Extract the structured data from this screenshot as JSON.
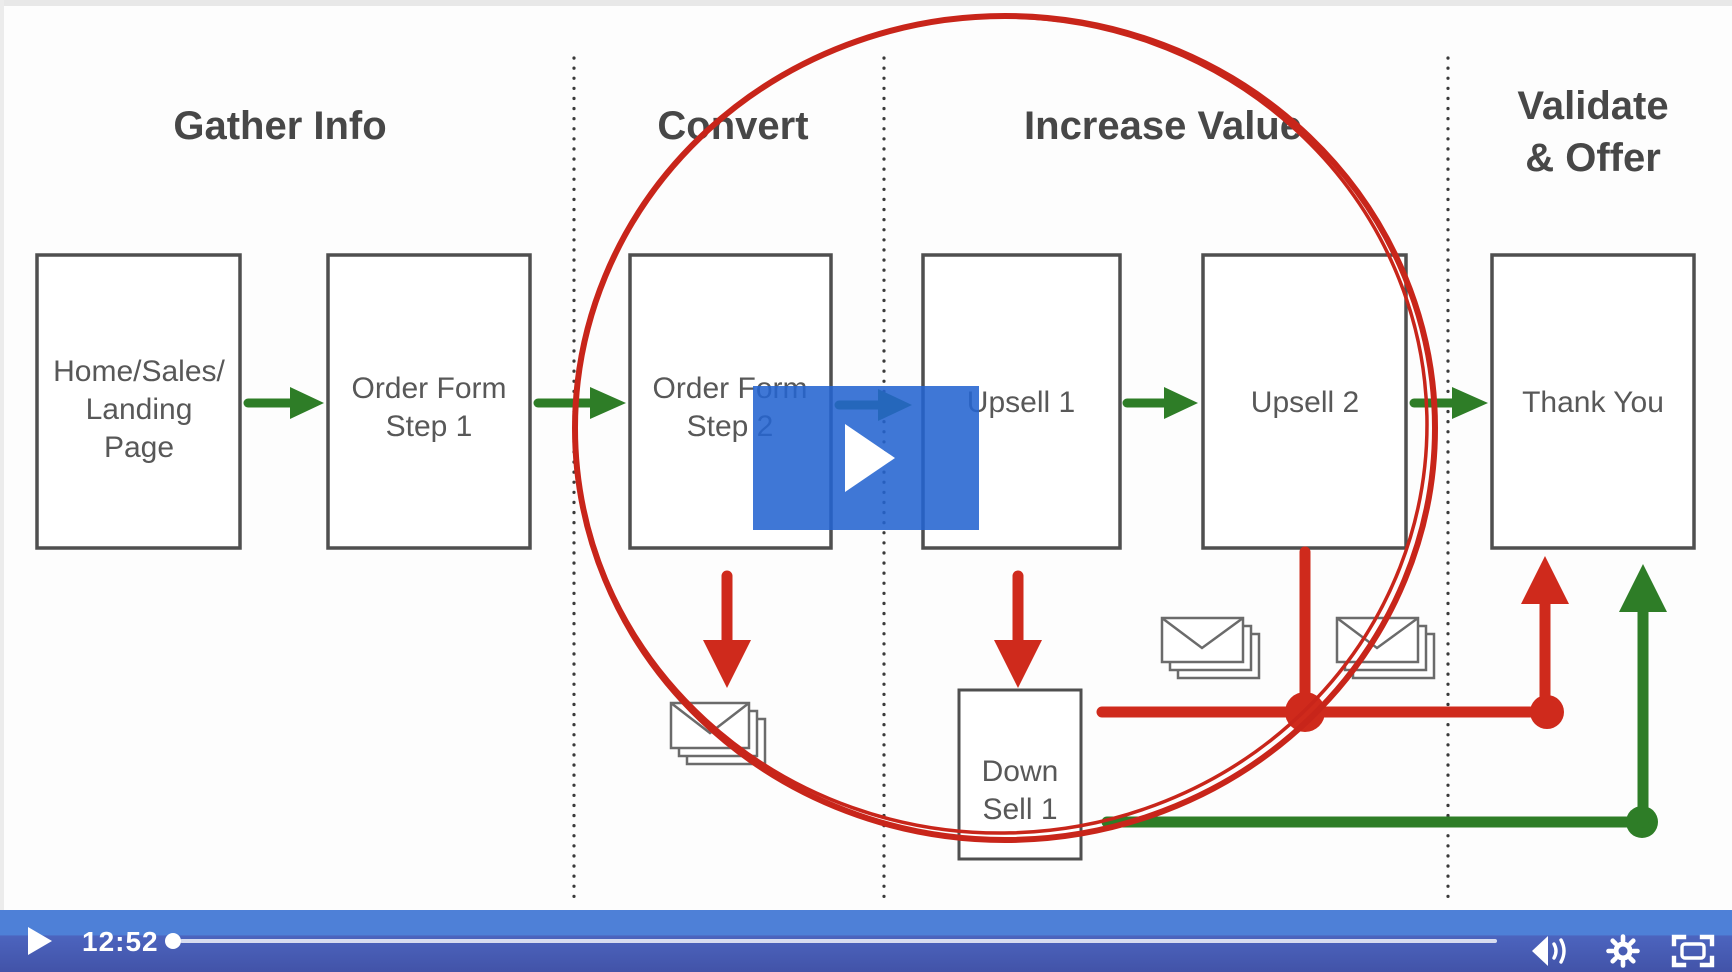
{
  "player": {
    "duration_label": "12:52",
    "controls": {
      "play_icon": "play-icon",
      "volume_icon": "volume-icon",
      "settings_icon": "gear-icon",
      "fullscreen_icon": "fullscreen-icon"
    },
    "colors": {
      "bar_top": "#4e80d7",
      "bar_bottom": "#4253a8",
      "overlay_blue": "rgba(36,100,208,0.88)"
    }
  },
  "diagram": {
    "sections": [
      {
        "label": "Gather Info"
      },
      {
        "label": "Convert"
      },
      {
        "label": "Increase Value"
      },
      {
        "label_line1": "Validate",
        "label_line2": "& Offer"
      }
    ],
    "boxes": [
      {
        "id": "home-sales-landing",
        "lines": [
          "Home/Sales/",
          "Landing",
          "Page"
        ]
      },
      {
        "id": "order-form-step-1",
        "lines": [
          "Order Form",
          "Step 1"
        ]
      },
      {
        "id": "order-form-step-2",
        "lines": [
          "Order Form",
          "Step 2"
        ]
      },
      {
        "id": "upsell-1",
        "lines": [
          "Upsell 1"
        ]
      },
      {
        "id": "upsell-2",
        "lines": [
          "Upsell 2"
        ]
      },
      {
        "id": "thank-you",
        "lines": [
          "Thank You"
        ]
      },
      {
        "id": "down-sell-1",
        "lines": [
          "Down",
          "Sell 1"
        ]
      }
    ],
    "colors": {
      "green": "#2e7d27",
      "red": "#cf2a1c",
      "ink": "#474747",
      "label": "#585858",
      "box_border": "#4f4f4f"
    }
  }
}
